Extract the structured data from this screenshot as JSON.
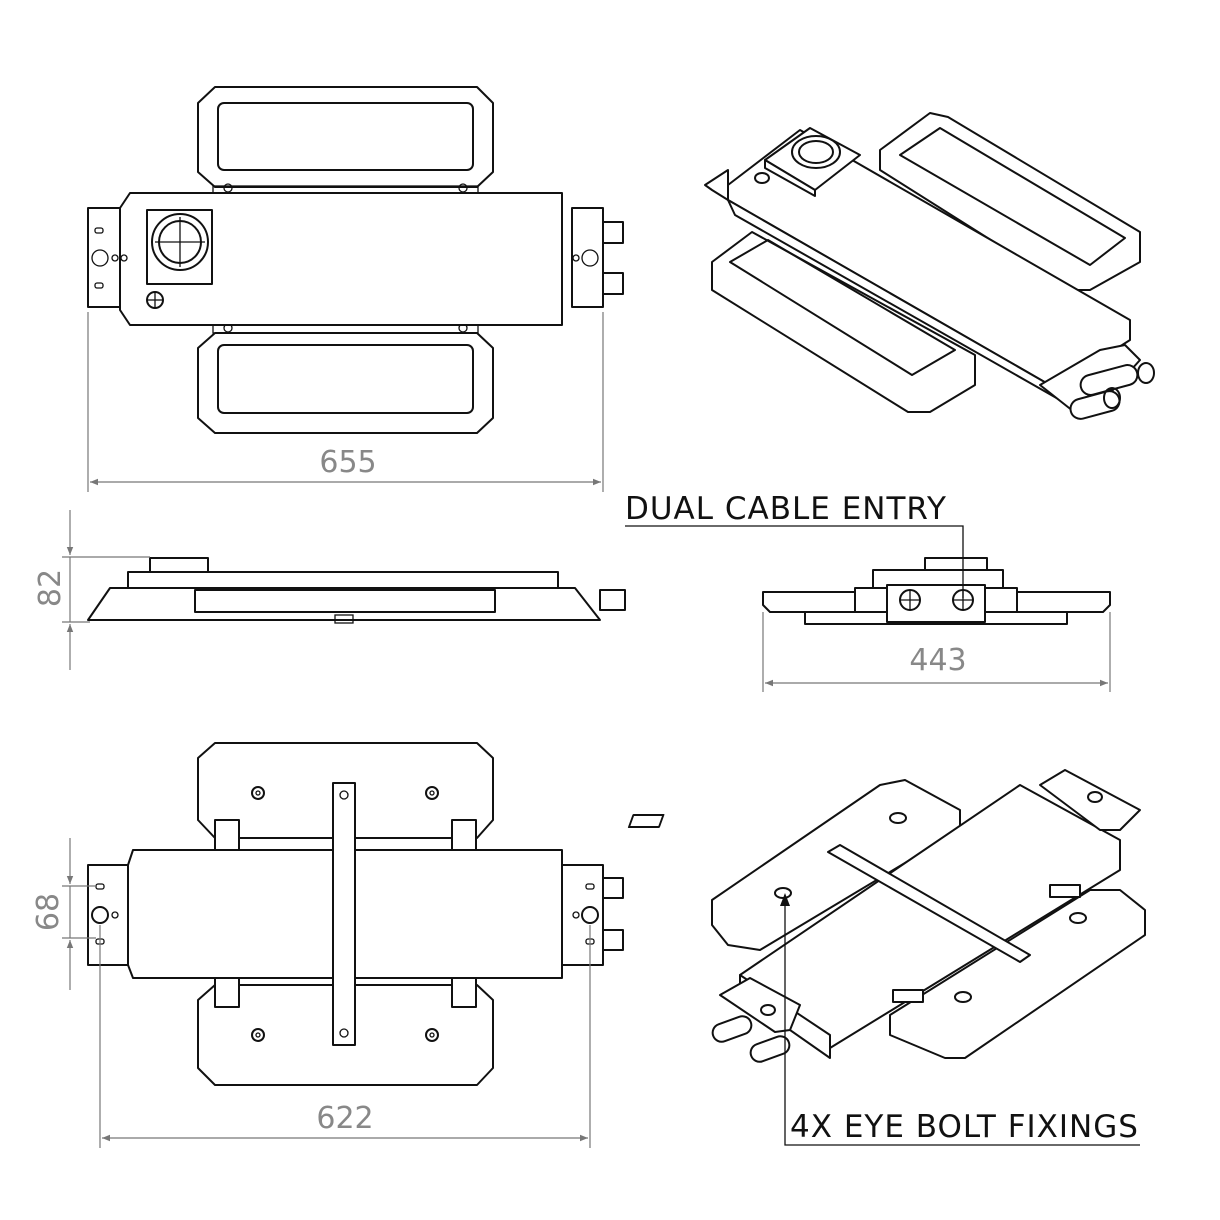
{
  "drawing": {
    "dimensions": {
      "top_view_length": "655",
      "side_view_height": "82",
      "end_view_width": "443",
      "bottom_view_bracket_spacing": "68",
      "bottom_view_length": "622"
    },
    "notes": {
      "cable_entry": "DUAL CABLE ENTRY",
      "eye_bolts": "4X EYE BOLT FIXINGS"
    },
    "colors": {
      "line": "#111111",
      "dimension": "#777777"
    }
  }
}
